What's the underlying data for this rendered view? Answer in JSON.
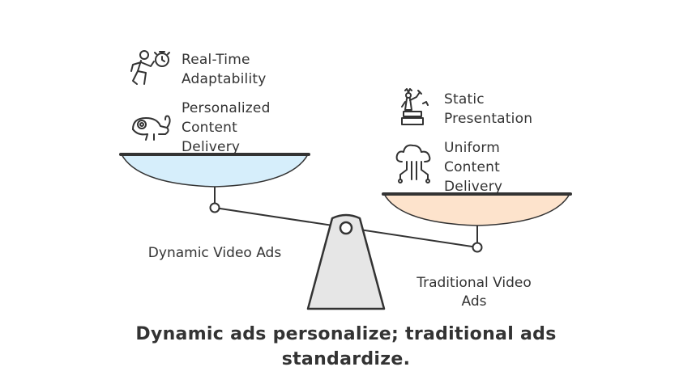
{
  "left_side": {
    "name": "Dynamic Video Ads",
    "pan_color": "#d6eefb",
    "features": [
      {
        "icon": "running-with-stopwatch-icon",
        "lines": [
          "Real-Time",
          "Adaptability"
        ]
      },
      {
        "icon": "chameleon-icon",
        "lines": [
          "Personalized",
          "Content",
          "Delivery"
        ]
      }
    ]
  },
  "right_side": {
    "name_lines": [
      "Traditional Video",
      "Ads"
    ],
    "pan_color": "#fde3cc",
    "features": [
      {
        "icon": "statue-icon",
        "lines": [
          "Static",
          "Presentation"
        ]
      },
      {
        "icon": "cloud-network-icon",
        "lines": [
          "Uniform",
          "Content",
          "Delivery"
        ]
      }
    ]
  },
  "caption_lines": [
    "Dynamic ads personalize; traditional ads",
    "standardize."
  ],
  "colors": {
    "ink": "#333333",
    "fulcrum": "#e6e6e6"
  }
}
